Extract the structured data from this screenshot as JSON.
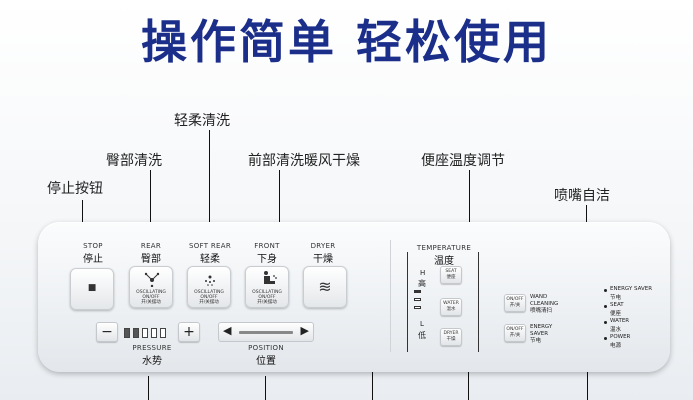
{
  "headline": "操作简单  轻松使用",
  "callouts": {
    "soft_rear": "轻柔清洗",
    "rear": "臀部清洗",
    "front_dryer": "前部清洗暖风干燥",
    "seat_temp": "便座温度调节",
    "stop": "停止按钮",
    "wand_clean": "喷嘴自洁"
  },
  "panel": {
    "stop": {
      "en": "STOP",
      "cn": "停止",
      "glyph": "■"
    },
    "rear": {
      "en": "REAR",
      "cn": "臀部",
      "tiny": "OSCILLATING\nON/OFF\n开/关摆动"
    },
    "soft_rear": {
      "en": "SOFT REAR",
      "cn": "轻柔",
      "tiny": "OSCILLATING\nON/OFF\n开/关摆动"
    },
    "front": {
      "en": "FRONT",
      "cn": "下身",
      "tiny": "OSCILLATING\nON/OFF\n开/关摆动"
    },
    "dryer": {
      "en": "DRYER",
      "cn": "干燥",
      "glyph": "≋"
    },
    "pressure": {
      "en": "PRESSURE",
      "cn": "水势",
      "minus": "−",
      "plus": "+",
      "level": 2,
      "levels": 5
    },
    "position": {
      "en": "POSITION",
      "cn": "位置",
      "left": "◀",
      "right": "▶"
    },
    "temperature": {
      "en": "TEMPERATURE",
      "cn": "温度",
      "h": "H",
      "h_cn": "高",
      "l": "L",
      "l_cn": "低"
    },
    "seat_btn": "SEAT\n便座",
    "water_btn": "WATER\n温水",
    "dryer_btn": "DRYER\n干燥",
    "onoff1": "ON/OFF\n开/关",
    "onoff2": "ON/OFF\n开/关",
    "wand": "WAND\nCLEANING\n喷嘴清扫",
    "energy": "ENERGY\nSAVER\n节电",
    "indicators": [
      {
        "en": "ENERGY SAVER",
        "cn": "节电"
      },
      {
        "en": "SEAT",
        "cn": "便座"
      },
      {
        "en": "WATER",
        "cn": "温水"
      },
      {
        "en": "POWER",
        "cn": "电源"
      }
    ]
  }
}
